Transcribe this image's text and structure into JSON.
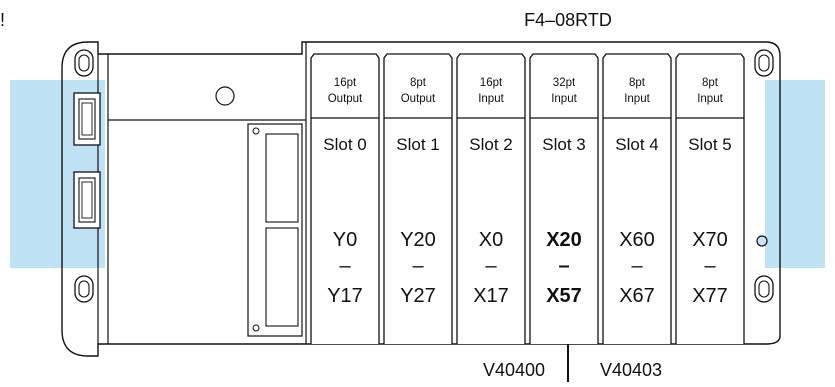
{
  "title": "F4–08RTD",
  "corner_mark": "!",
  "colors": {
    "band": "#bfe3f5",
    "chassis": "#f5f5f5",
    "stroke": "#111111",
    "led": "#c8e6f7"
  },
  "modules": [
    {
      "type_line1": "16pt",
      "type_line2": "Output",
      "slot": "Slot 0",
      "addr_start": "Y0",
      "dash": "–",
      "addr_end": "Y17"
    },
    {
      "type_line1": "8pt",
      "type_line2": "Output",
      "slot": "Slot 1",
      "addr_start": "Y20",
      "dash": "–",
      "addr_end": "Y27"
    },
    {
      "type_line1": "16pt",
      "type_line2": "Input",
      "slot": "Slot 2",
      "addr_start": "X0",
      "dash": "–",
      "addr_end": "X17"
    },
    {
      "type_line1": "32pt",
      "type_line2": "Input",
      "slot": "Slot 3",
      "addr_start": "X20",
      "dash": "–",
      "addr_end": "X57"
    },
    {
      "type_line1": "8pt",
      "type_line2": "Input",
      "slot": "Slot 4",
      "addr_start": "X60",
      "dash": "–",
      "addr_end": "X67"
    },
    {
      "type_line1": "8pt",
      "type_line2": "Input",
      "slot": "Slot 5",
      "addr_start": "X70",
      "dash": "–",
      "addr_end": "X77"
    }
  ],
  "vmemory": {
    "left": "V40400",
    "right": "V40403"
  }
}
